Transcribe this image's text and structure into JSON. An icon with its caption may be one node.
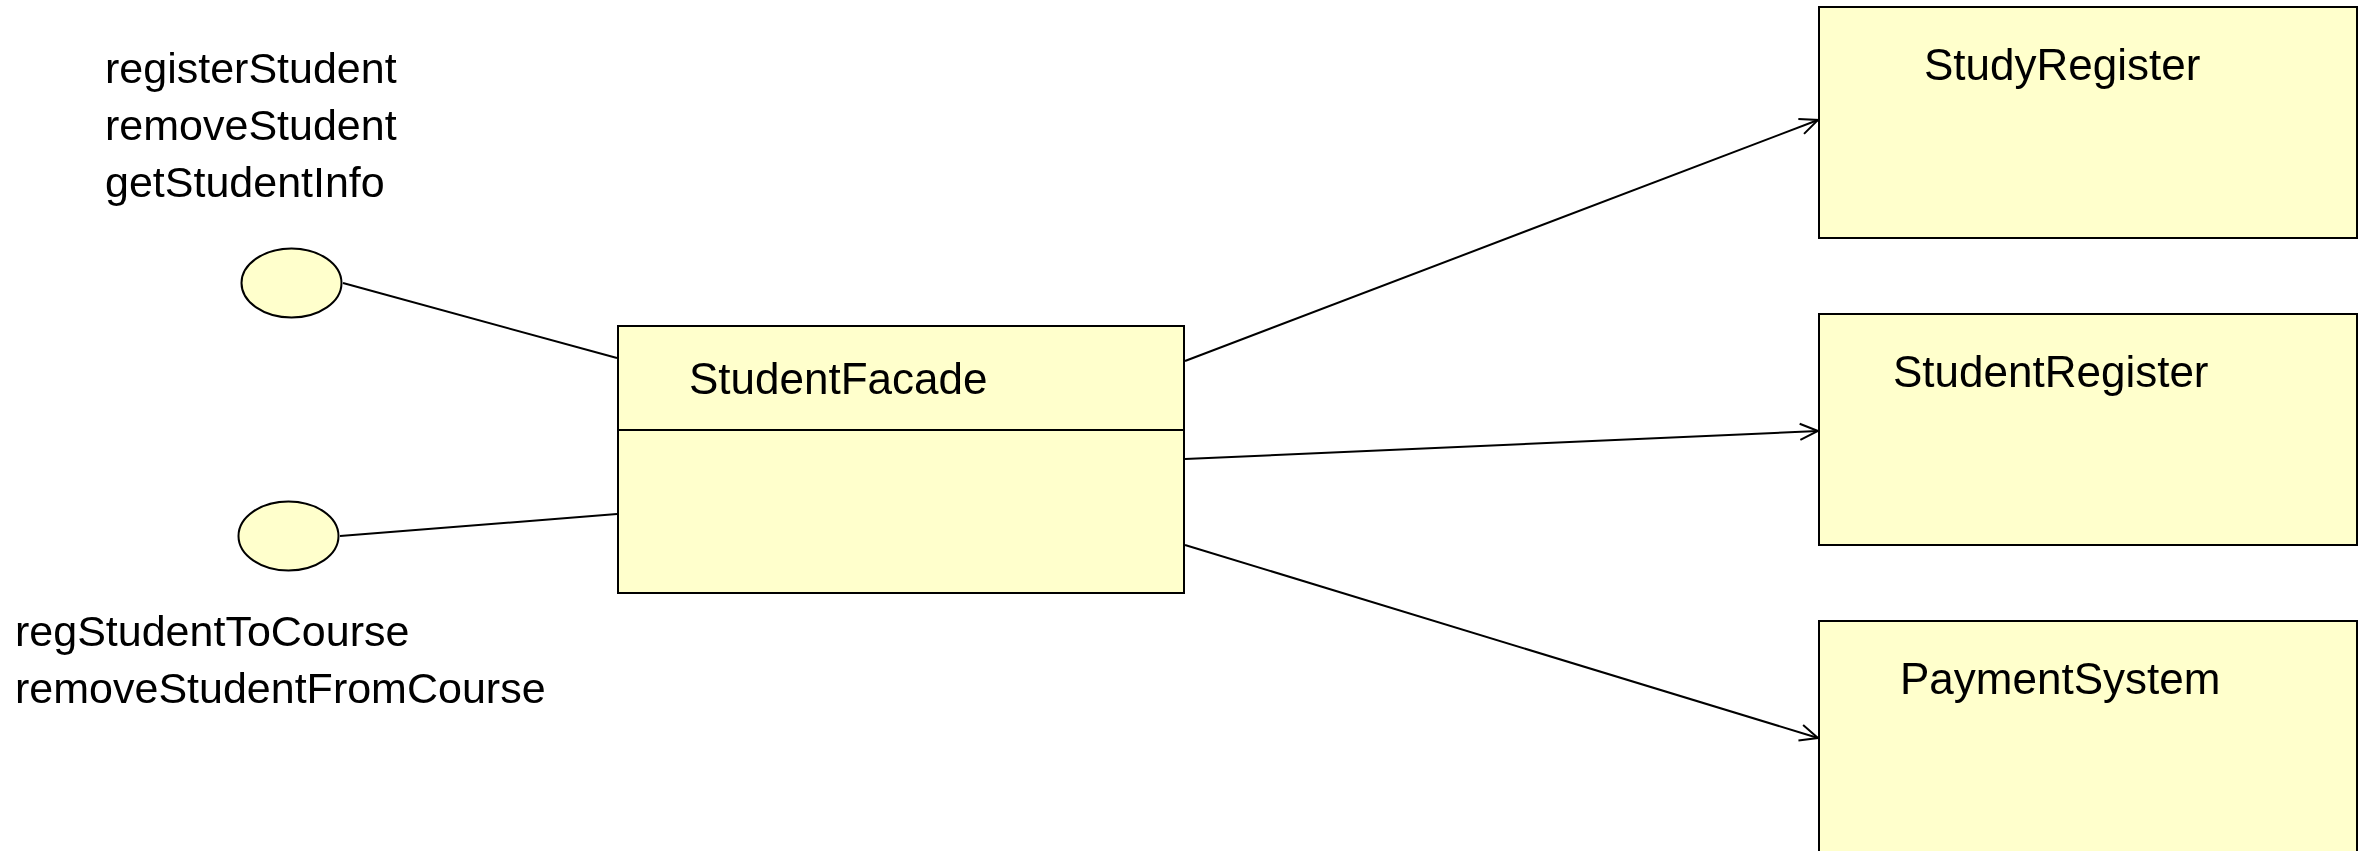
{
  "diagram": {
    "nodes": [
      {
        "text": [],
        "shape": "circle",
        "beside": [
          "registerStudent",
          "removeStudent",
          "getStudentInfo"
        ]
      },
      {
        "text": [],
        "shape": "circle",
        "beside": [
          "regStudentToCourse",
          "removeStudentFromCourse"
        ]
      },
      {
        "text": [
          "StudentFacade"
        ]
      },
      {
        "text": [
          "StudyRegister"
        ]
      },
      {
        "text": [
          "StudentRegister"
        ]
      },
      {
        "text": [
          "PaymentSystem"
        ]
      }
    ],
    "edges": [
      {
        "from": 0,
        "to": 2,
        "arrow": "none"
      },
      {
        "from": 1,
        "to": 2,
        "arrow": "none"
      },
      {
        "from": 2,
        "to": 3,
        "arrow": "to"
      },
      {
        "from": 2,
        "to": 4,
        "arrow": "to"
      },
      {
        "from": 2,
        "to": 5,
        "arrow": "to"
      }
    ]
  }
}
